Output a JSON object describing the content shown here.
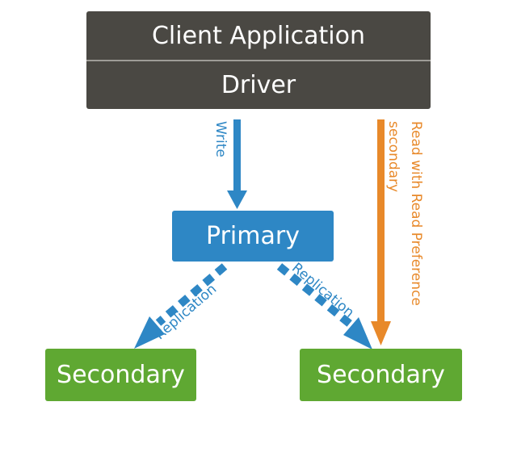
{
  "diagram": {
    "client": {
      "title": "Client Application",
      "subtitle": "Driver"
    },
    "primary": {
      "label": "Primary"
    },
    "secondaries": [
      {
        "label": "Secondary"
      },
      {
        "label": "Secondary"
      }
    ],
    "edges": {
      "write": {
        "label": "Write",
        "from": "Driver",
        "to": "Primary",
        "style": "solid"
      },
      "replication_left": {
        "label": "Replication",
        "from": "Primary",
        "to": "Secondary 1",
        "style": "dashed"
      },
      "replication_right": {
        "label": "Replication",
        "from": "Primary",
        "to": "Secondary 2",
        "style": "dashed"
      },
      "read": {
        "label_line1": "Read with Read Preference",
        "label_line2": "secondary",
        "from": "Driver",
        "to": "Secondary 2",
        "style": "solid"
      }
    },
    "colors": {
      "client": "#4a4843",
      "primary": "#2e87c5",
      "secondary": "#5fa832",
      "write_replication": "#2e87c5",
      "read": "#e8892a"
    }
  }
}
